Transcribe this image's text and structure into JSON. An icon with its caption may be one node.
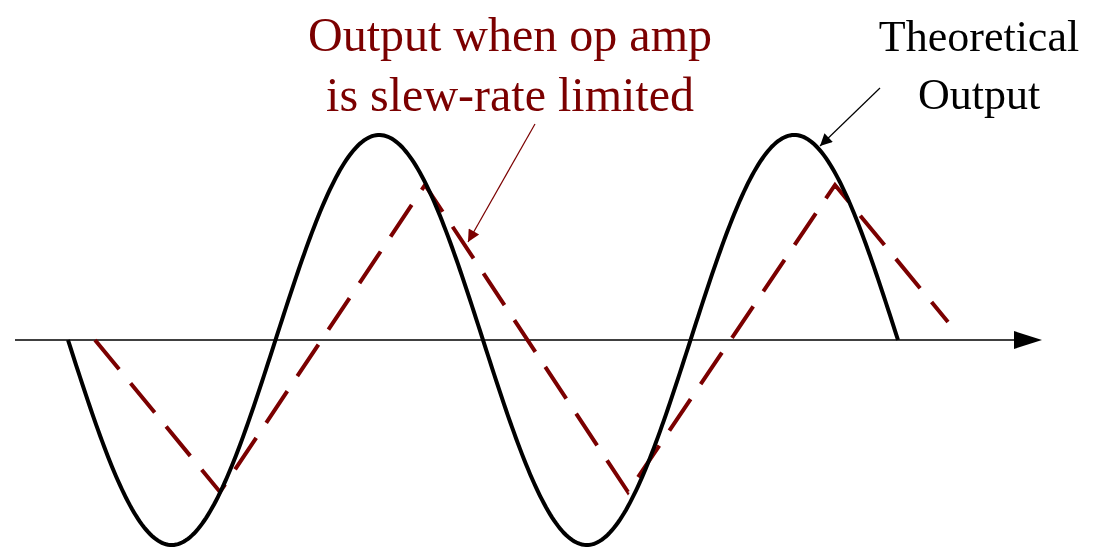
{
  "diagram": {
    "nodes": [
      {
        "text": [
          "Output when op amp is slew-rate limited"
        ]
      },
      {
        "text": [
          "Theoretical Output"
        ]
      },
      {
        "text": [],
        "shape": "line"
      },
      {
        "text": [],
        "shape": "line"
      }
    ],
    "edges": [
      {
        "from": 0,
        "to": 2,
        "arrow": "to",
        "color": "#7b0000"
      },
      {
        "from": 1,
        "to": 3,
        "arrow": "to",
        "color": "#000000"
      }
    ]
  }
}
